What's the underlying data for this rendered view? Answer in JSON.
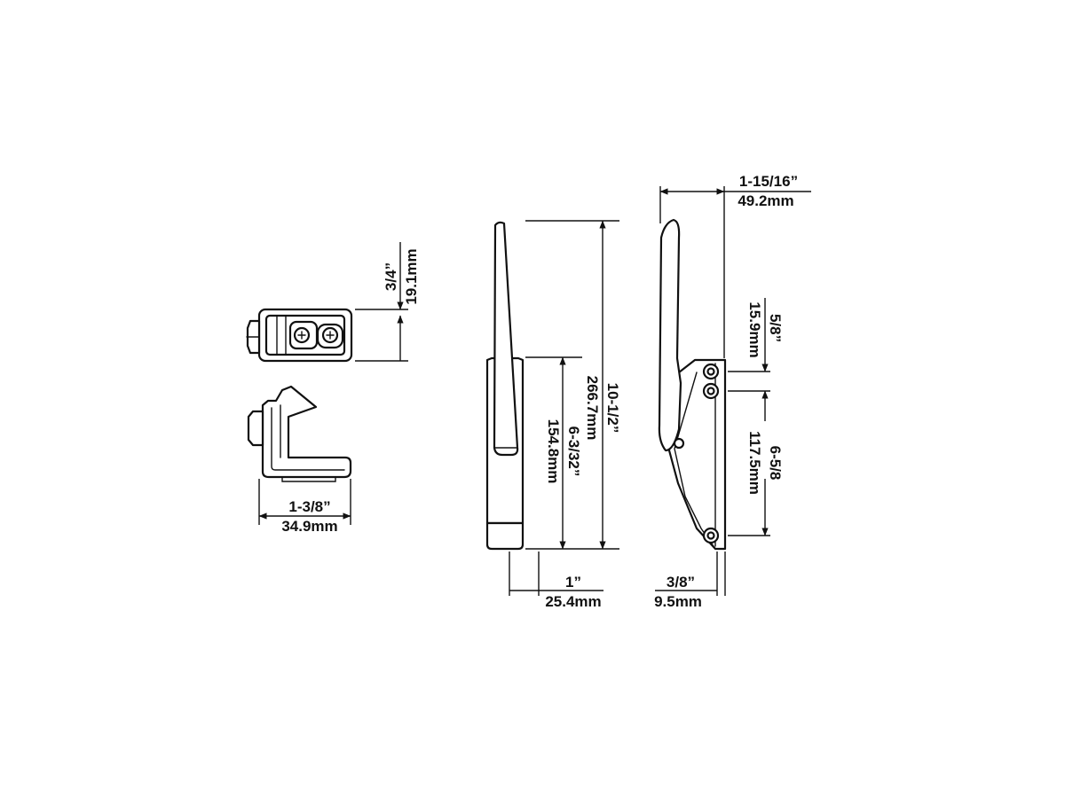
{
  "dimensions": {
    "strike_height_in": "3/4”",
    "strike_height_mm": "19.1mm",
    "strike_width_in": "1-3/8”",
    "strike_width_mm": "34.9mm",
    "handle_height_in": "10-1/2”",
    "handle_height_mm": "266.7mm",
    "handle_lower_in": "6-3/32”",
    "handle_lower_mm": "154.8mm",
    "handle_width_in": "1”",
    "handle_width_mm": "25.4mm",
    "side_depth_in": "1-15/16”",
    "side_depth_mm": "49.2mm",
    "side_hole_top_in": "5/8”",
    "side_hole_top_mm": "15.9mm",
    "side_hole_span_in": "6-5/8",
    "side_hole_span_mm": "117.5mm",
    "side_thickness_in": "3/8”",
    "side_thickness_mm": "9.5mm"
  }
}
